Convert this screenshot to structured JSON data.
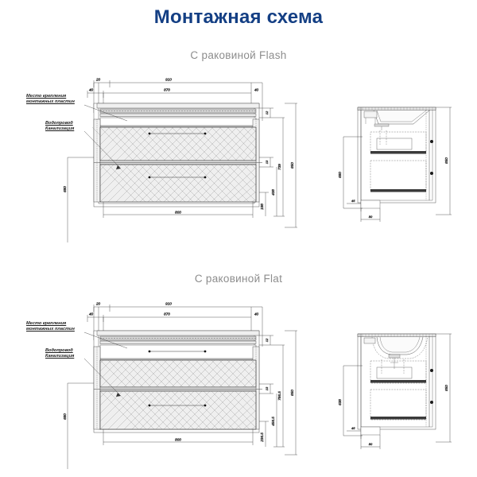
{
  "page": {
    "title": "Монтажная схема",
    "title_color": "#143f84",
    "background": "#ffffff",
    "line_color": "#333333"
  },
  "sections": [
    {
      "id": "flash",
      "subtitle": "С раковиной Flash",
      "callouts": {
        "mounting": "Место крепления\nмонтажных пластин",
        "plumbing": "Водопровод\nКанализация"
      },
      "front_view": {
        "dimensions": {
          "top_left_offset": "20",
          "second_left_offset": "40",
          "overall_width": "910",
          "body_width": "870",
          "right_offset": "40",
          "drawer_width": "800",
          "height_left": "680"
        }
      },
      "right_dimensions": {
        "top_gap": "12",
        "mid_gap": "13",
        "to_lower": "739",
        "total_height": "850",
        "lower_drawer": "408",
        "bottom_offset": "188"
      },
      "side_view": {
        "dimensions": {
          "depth": "680",
          "height": "850",
          "plinth_height": "46",
          "plinth_depth": "80"
        },
        "sink_profile": "angular"
      }
    },
    {
      "id": "flat",
      "subtitle": "С раковиной Flat",
      "callouts": {
        "mounting": "Место крепления\nмонтажных пластин",
        "plumbing": "Водопровод\nКанализация"
      },
      "front_view": {
        "dimensions": {
          "top_left_offset": "20",
          "second_left_offset": "40",
          "overall_width": "910",
          "body_width": "870",
          "right_offset": "40",
          "drawer_width": "800",
          "height_left": "680"
        }
      },
      "right_dimensions": {
        "top_gap": "12",
        "mid_gap": "13",
        "to_lower": "786.5",
        "total_height": "850",
        "lower_drawer": "456.5",
        "bottom_offset": "236.5"
      },
      "side_view": {
        "dimensions": {
          "depth": "638",
          "height": "850",
          "plinth_height": "46",
          "plinth_depth": "80"
        },
        "sink_profile": "rounded"
      }
    }
  ]
}
